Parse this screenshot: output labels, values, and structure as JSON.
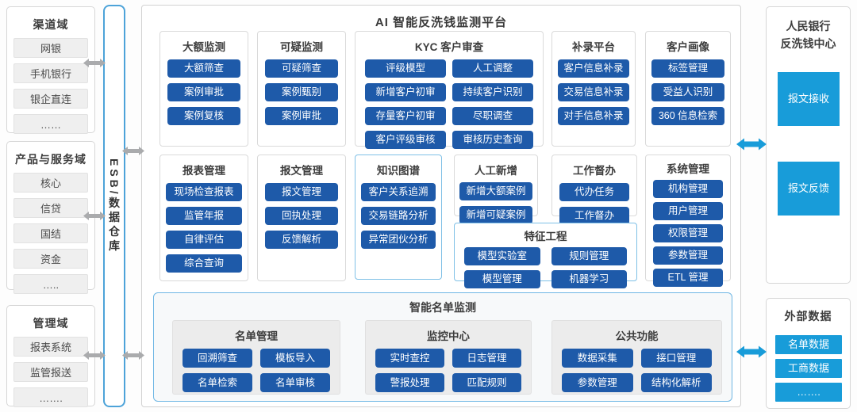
{
  "left_domains": [
    {
      "title": "渠道域",
      "items": [
        "网银",
        "手机银行",
        "银企直连",
        "……"
      ]
    },
    {
      "title": "产品与服务域",
      "items": [
        "核心",
        "信贷",
        "国结",
        "资金",
        "….."
      ]
    },
    {
      "title": "管理域",
      "items": [
        "报表系统",
        "监管报送",
        "……."
      ]
    }
  ],
  "esb_label": "ESB/数据仓库",
  "platform": {
    "title": "AI 智能反洗钱监测平台",
    "modules": [
      {
        "title": "大额监测",
        "items": [
          "大额筛查",
          "案例审批",
          "案例复核"
        ]
      },
      {
        "title": "可疑监测",
        "items": [
          "可疑筛查",
          "案例甄别",
          "案例审批"
        ]
      },
      {
        "title": "KYC 客户审查",
        "items": [
          "评级模型",
          "人工调整",
          "新增客户初审",
          "持续客户识别",
          "存量客户初审",
          "尽职调查",
          "客户评级审核",
          "审核历史查询"
        ]
      },
      {
        "title": "补录平台",
        "items": [
          "客户信息补录",
          "交易信息补录",
          "对手信息补录"
        ]
      },
      {
        "title": "客户画像",
        "items": [
          "标签管理",
          "受益人识别",
          "360 信息检索"
        ]
      },
      {
        "title": "报表管理",
        "items": [
          "现场检查报表",
          "监管年报",
          "自律评估",
          "综合查询"
        ]
      },
      {
        "title": "报文管理",
        "items": [
          "报文管理",
          "回执处理",
          "反馈解析"
        ]
      },
      {
        "title": "知识图谱",
        "items": [
          "客户关系追溯",
          "交易链路分析",
          "异常团伙分析"
        ]
      },
      {
        "title": "人工新增",
        "items": [
          "新增大额案例",
          "新增可疑案例"
        ]
      },
      {
        "title": "工作督办",
        "items": [
          "代办任务",
          "工作督办"
        ]
      },
      {
        "title": "系统管理",
        "items": [
          "机构管理",
          "用户管理",
          "权限管理",
          "参数管理",
          "ETL 管理"
        ]
      },
      {
        "title": "特征工程",
        "items": [
          "模型实验室",
          "规则管理",
          "模型管理",
          "机器学习"
        ]
      }
    ],
    "list_monitor": {
      "title": "智能名单监测",
      "groups": [
        {
          "title": "名单管理",
          "items": [
            "回溯筛查",
            "模板导入",
            "名单检索",
            "名单审核"
          ]
        },
        {
          "title": "监控中心",
          "items": [
            "实时查控",
            "日志管理",
            "警报处理",
            "匹配规则"
          ]
        },
        {
          "title": "公共功能",
          "items": [
            "数据采集",
            "接口管理",
            "参数管理",
            "结构化解析"
          ]
        }
      ]
    }
  },
  "right_panels": {
    "pboc": {
      "title_line1": "人民银行",
      "title_line2": "反洗钱中心",
      "items": [
        "报文接收",
        "报文反馈"
      ]
    },
    "external": {
      "title": "外部数据",
      "items": [
        "名单数据",
        "工商数据",
        "……."
      ]
    }
  },
  "colors": {
    "primary_button": "#1e5aa9",
    "cyan_accent": "#189cd9",
    "blue_border": "#7fc0e6",
    "esb_border": "#4da3d9",
    "gray_arrow": "#aaabad"
  }
}
